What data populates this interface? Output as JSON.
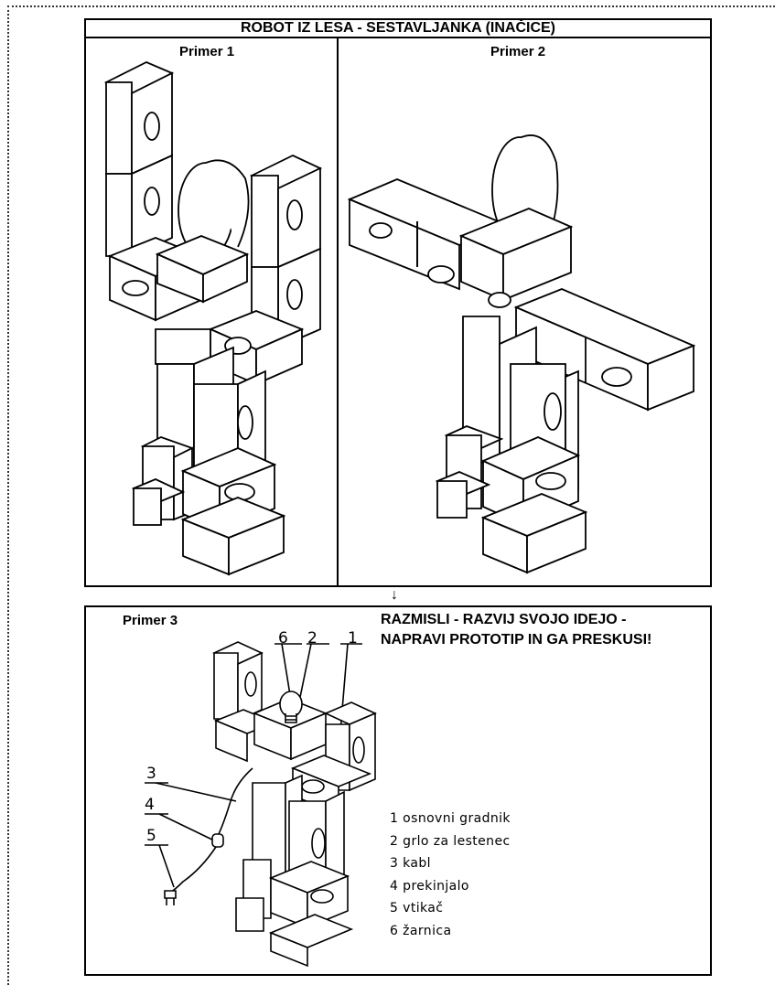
{
  "page": {
    "title": "ROBOT IZ LESA - SESTAVLJANKA (INAČICE)"
  },
  "example1": {
    "label": "Primer 1"
  },
  "example2": {
    "label": "Primer 2"
  },
  "flow_arrow": "↓",
  "example3": {
    "label": "Primer 3",
    "heading_line1": "RAZMISLI - RAZVIJ SVOJO IDEJO -",
    "heading_line2": "NAPRAVI PROTOTIP IN GA PRESKUSI!",
    "callouts": [
      "6",
      "2",
      "1",
      "3",
      "4",
      "5"
    ],
    "legend": [
      "1  osnovni  gradnik",
      "2  grlo  za  lestenec",
      "3  kabl",
      "4  prekinjalo",
      "5  vtikač",
      "6  žarnica"
    ]
  }
}
